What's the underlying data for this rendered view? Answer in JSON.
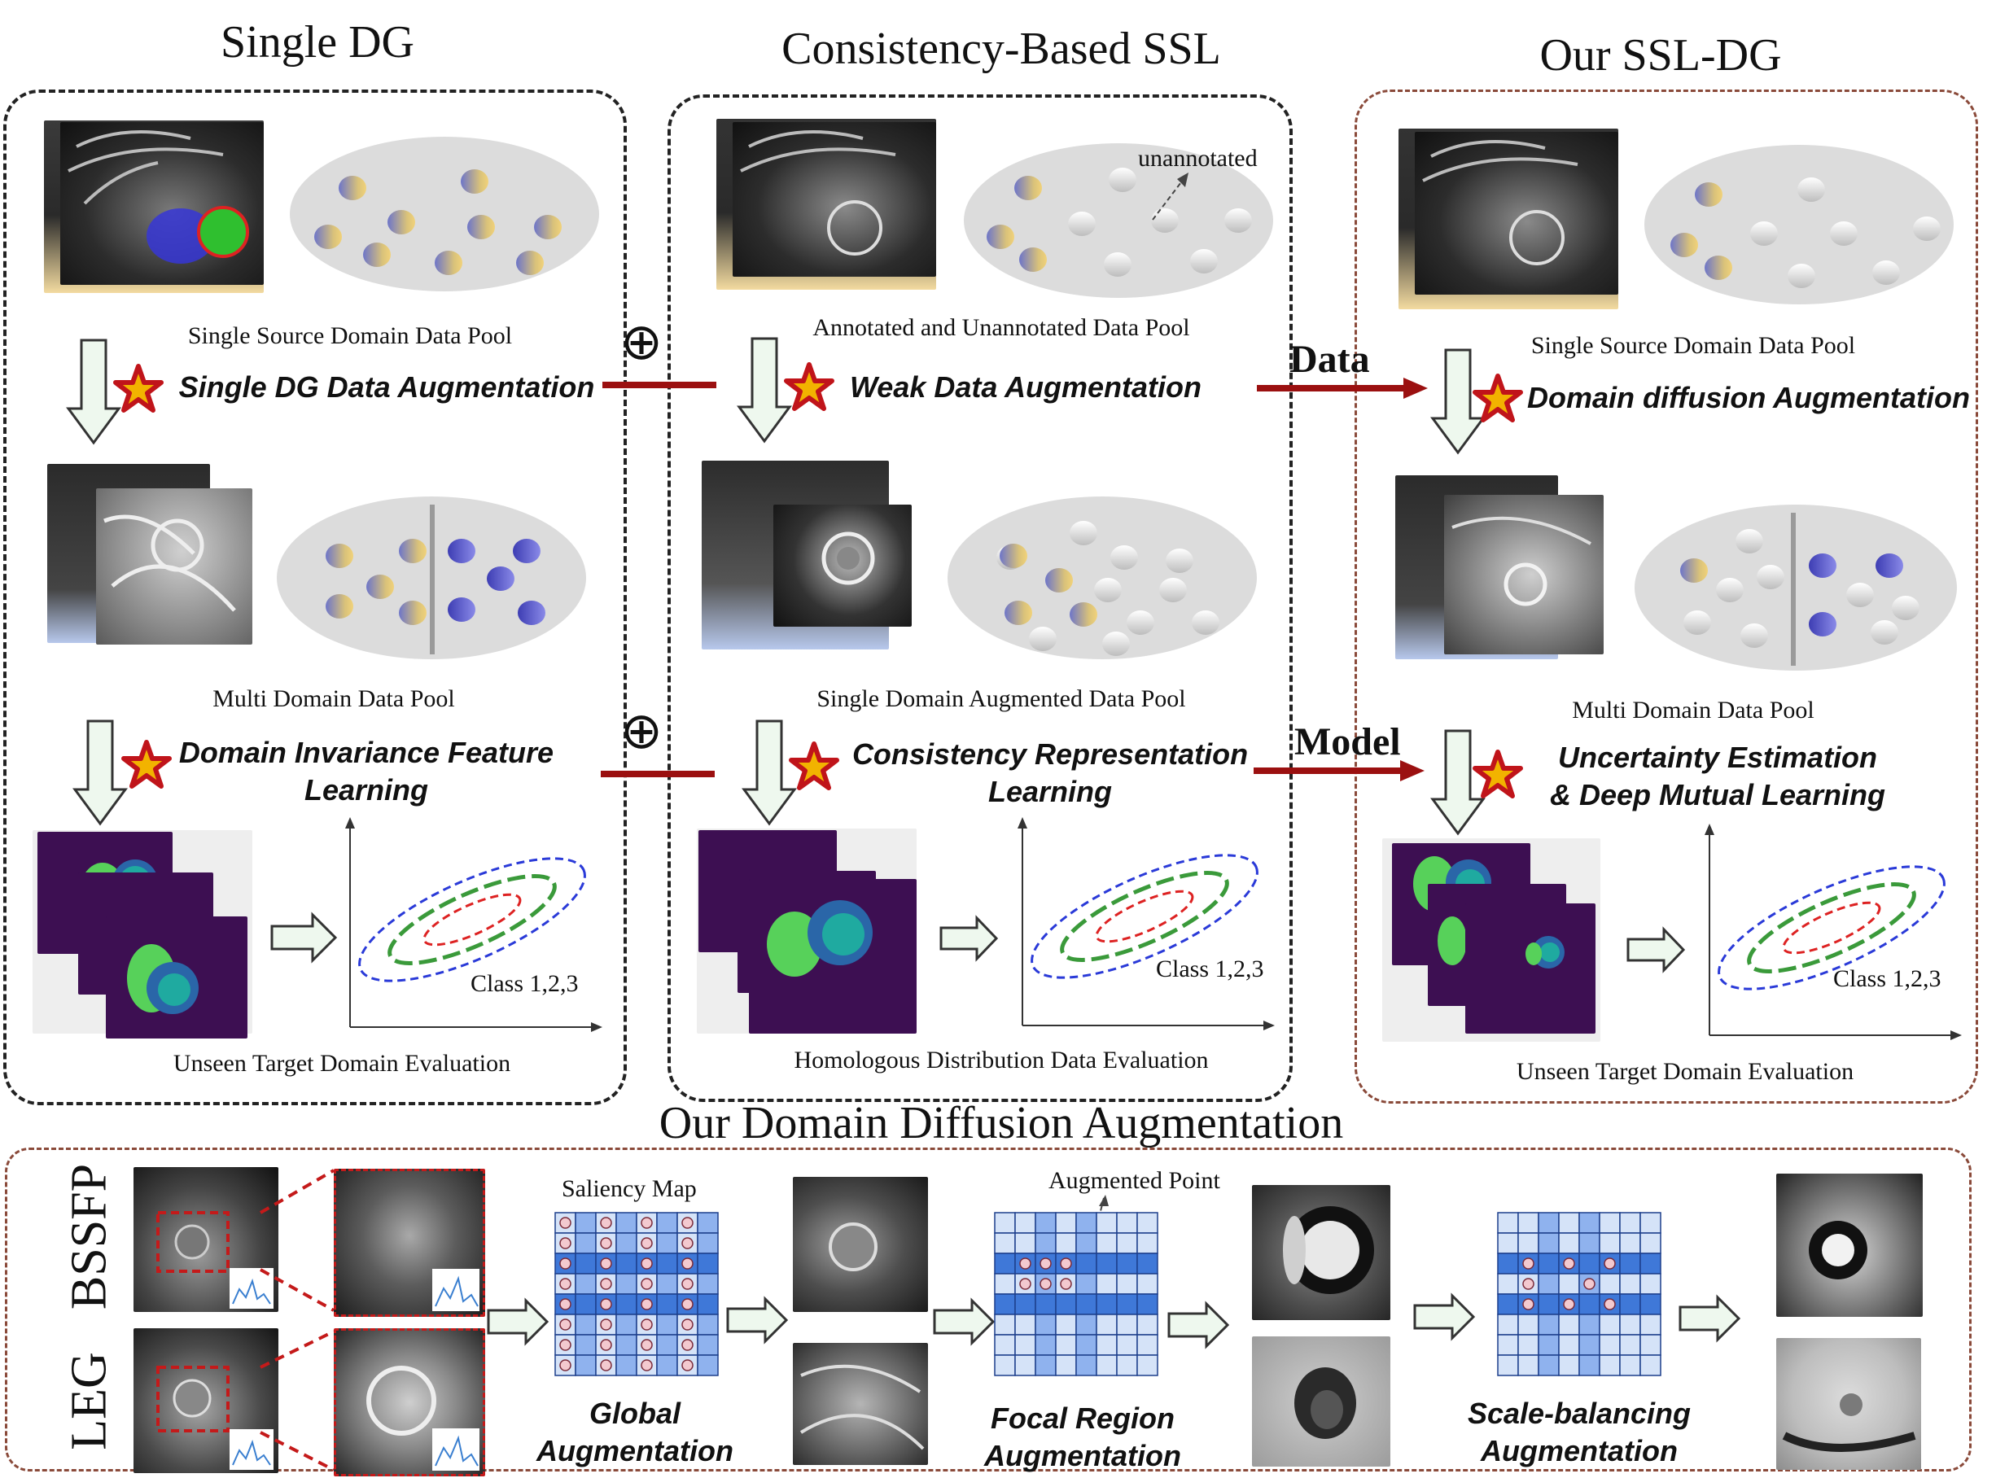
{
  "titles": {
    "single_dg": "Single DG",
    "ssl": "Consistency-Based SSL",
    "ours": "Our SSL-DG",
    "bottom": "Our Domain Diffusion Augmentation"
  },
  "col1": {
    "pool1": "Single Source Domain Data Pool",
    "aug1": "Single DG Data Augmentation",
    "pool2": "Multi Domain Data Pool",
    "aug2_l1": "Domain Invariance Feature",
    "aug2_l2": "Learning",
    "eval": "Unseen Target Domain Evaluation",
    "class": "Class 1,2,3"
  },
  "col2": {
    "pool1": "Annotated and Unannotated Data Pool",
    "unannotated": "unannotated",
    "aug1": "Weak Data Augmentation",
    "pool2": "Single Domain Augmented Data Pool",
    "aug2_l1": "Consistency Representation",
    "aug2_l2": "Learning",
    "eval": "Homologous Distribution Data Evaluation",
    "class": "Class 1,2,3"
  },
  "col3": {
    "pool1": "Single Source Domain Data Pool",
    "aug1": "Domain diffusion Augmentation",
    "pool2": "Multi Domain Data Pool",
    "aug2_l1": "Uncertainty Estimation",
    "aug2_l2": "& Deep Mutual Learning",
    "eval": "Unseen Target Domain Evaluation",
    "class": "Class 1,2,3"
  },
  "arrows": {
    "data": "Data",
    "model": "Model",
    "oplus": "⊕"
  },
  "bottom": {
    "bssfp": "BSSFP",
    "leg": "LEG",
    "saliency": "Saliency Map",
    "augmented_point": "Augmented Point",
    "global_l1": "Global",
    "global_l2": "Augmentation",
    "focal_l1": "Focal Region",
    "focal_l2": "Augmentation",
    "scale_l1": "Scale-balancing",
    "scale_l2": "Augmentation"
  },
  "colors": {
    "dark_red": "#9b1010",
    "brown": "#8a4a3a",
    "star_red": "#c0141a",
    "star_gold": "#f2b300",
    "grid_dark": "#3f78d8",
    "grid_mid": "#8fb2ee",
    "grid_light": "#d5e3f8"
  }
}
